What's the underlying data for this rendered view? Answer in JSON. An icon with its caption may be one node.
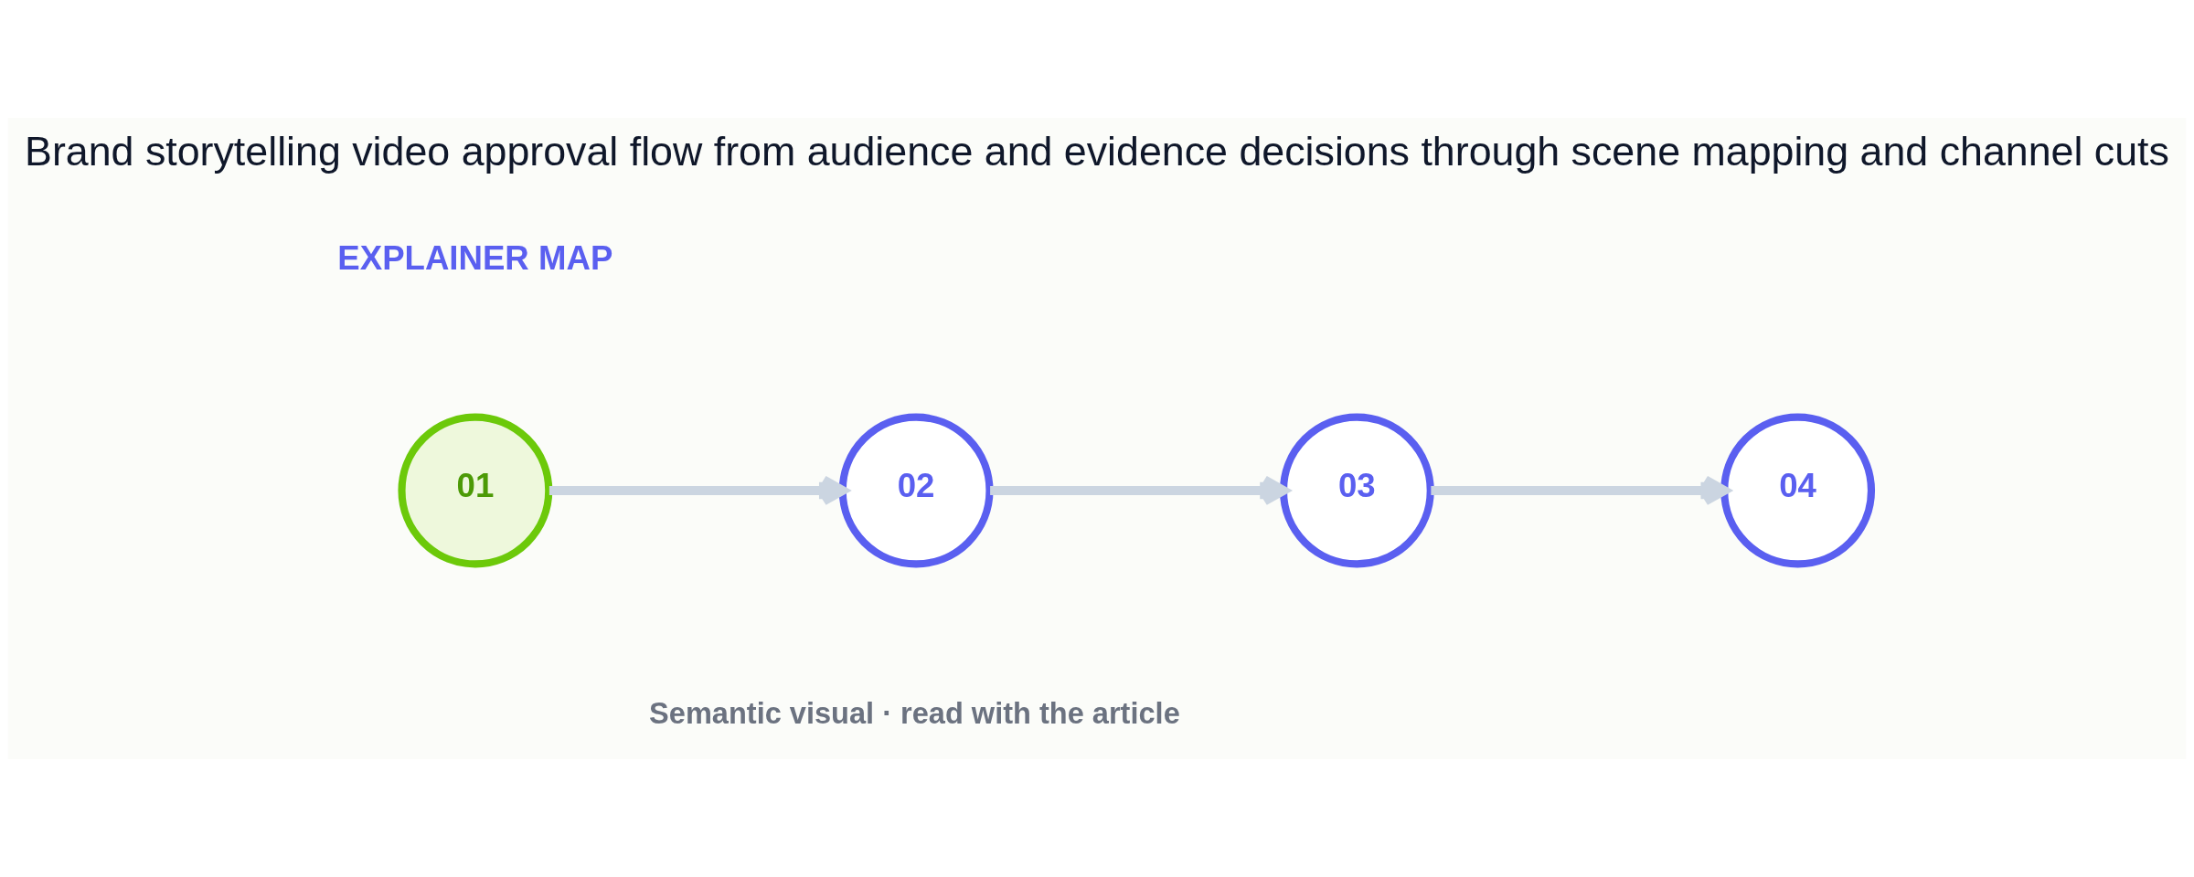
{
  "diagram": {
    "title": "Brand storytelling video approval flow from audience and evidence decisions through scene mapping and channel cuts",
    "caption": "Semantic visual · read with the article",
    "nodes": [
      {
        "text": [
          "01"
        ]
      },
      {
        "text": [
          "02"
        ]
      },
      {
        "text": [
          "03"
        ]
      },
      {
        "text": [
          "04"
        ]
      }
    ],
    "edges": [
      {
        "from": 0,
        "to": 1,
        "arrow": "to"
      },
      {
        "from": 1,
        "to": 2,
        "arrow": "to"
      },
      {
        "from": 2,
        "to": 3,
        "arrow": "to"
      }
    ],
    "labels": [
      "EXPLAINER MAP"
    ]
  }
}
